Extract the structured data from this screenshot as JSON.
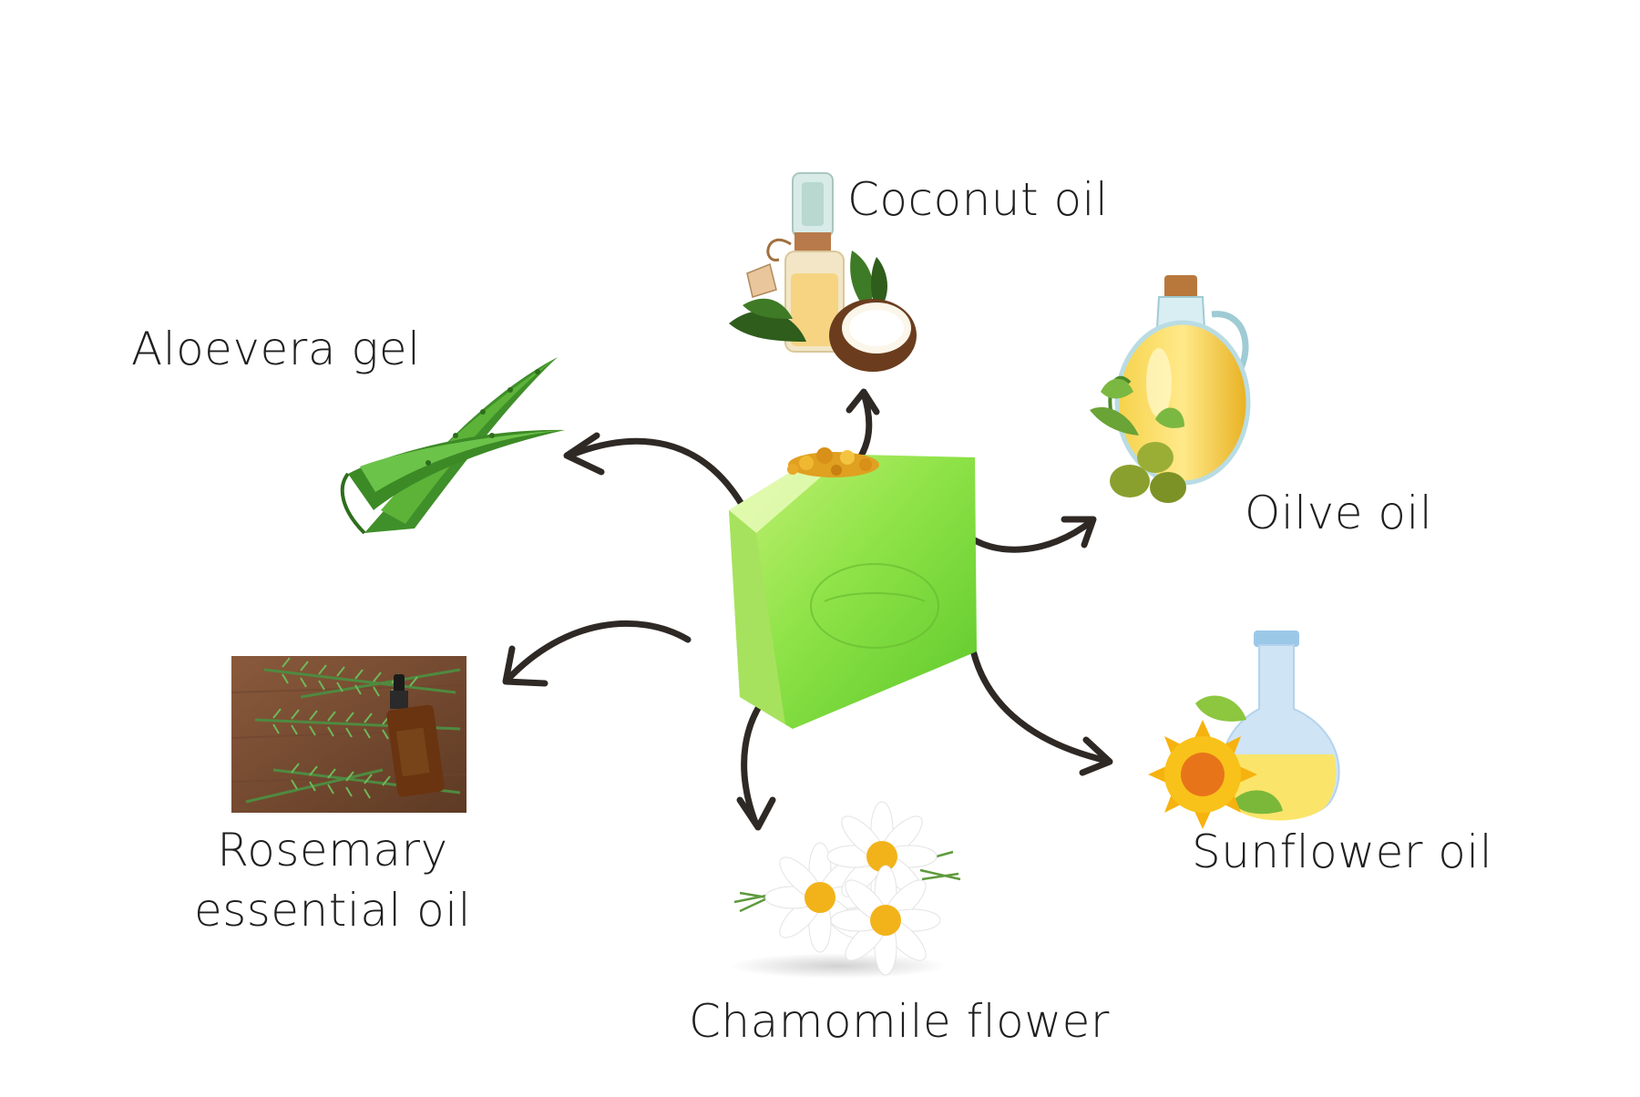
{
  "diagram": {
    "center": {
      "name": "green soap bar",
      "body_color": "#7ddc3c",
      "highlight_color": "#c8f07a",
      "topping_color": "#e0a020"
    },
    "arrow_color": "#2f2925",
    "ingredients": [
      {
        "id": "coconut",
        "label": "Coconut oil",
        "icon": "coconut-oil-bottle-icon"
      },
      {
        "id": "aloe",
        "label": "Aloevera gel",
        "icon": "aloe-vera-leaf-icon"
      },
      {
        "id": "olive",
        "label": "Oilve oil",
        "icon": "olive-oil-jug-icon"
      },
      {
        "id": "rosemary",
        "label_lines": [
          "Rosemary",
          "essential oil"
        ],
        "icon": "rosemary-oil-photo"
      },
      {
        "id": "sunflower",
        "label": "Sunflower oil",
        "icon": "sunflower-oil-bottle-icon"
      },
      {
        "id": "chamomile",
        "label": "Chamomile flower",
        "icon": "chamomile-flower-icon"
      }
    ]
  }
}
